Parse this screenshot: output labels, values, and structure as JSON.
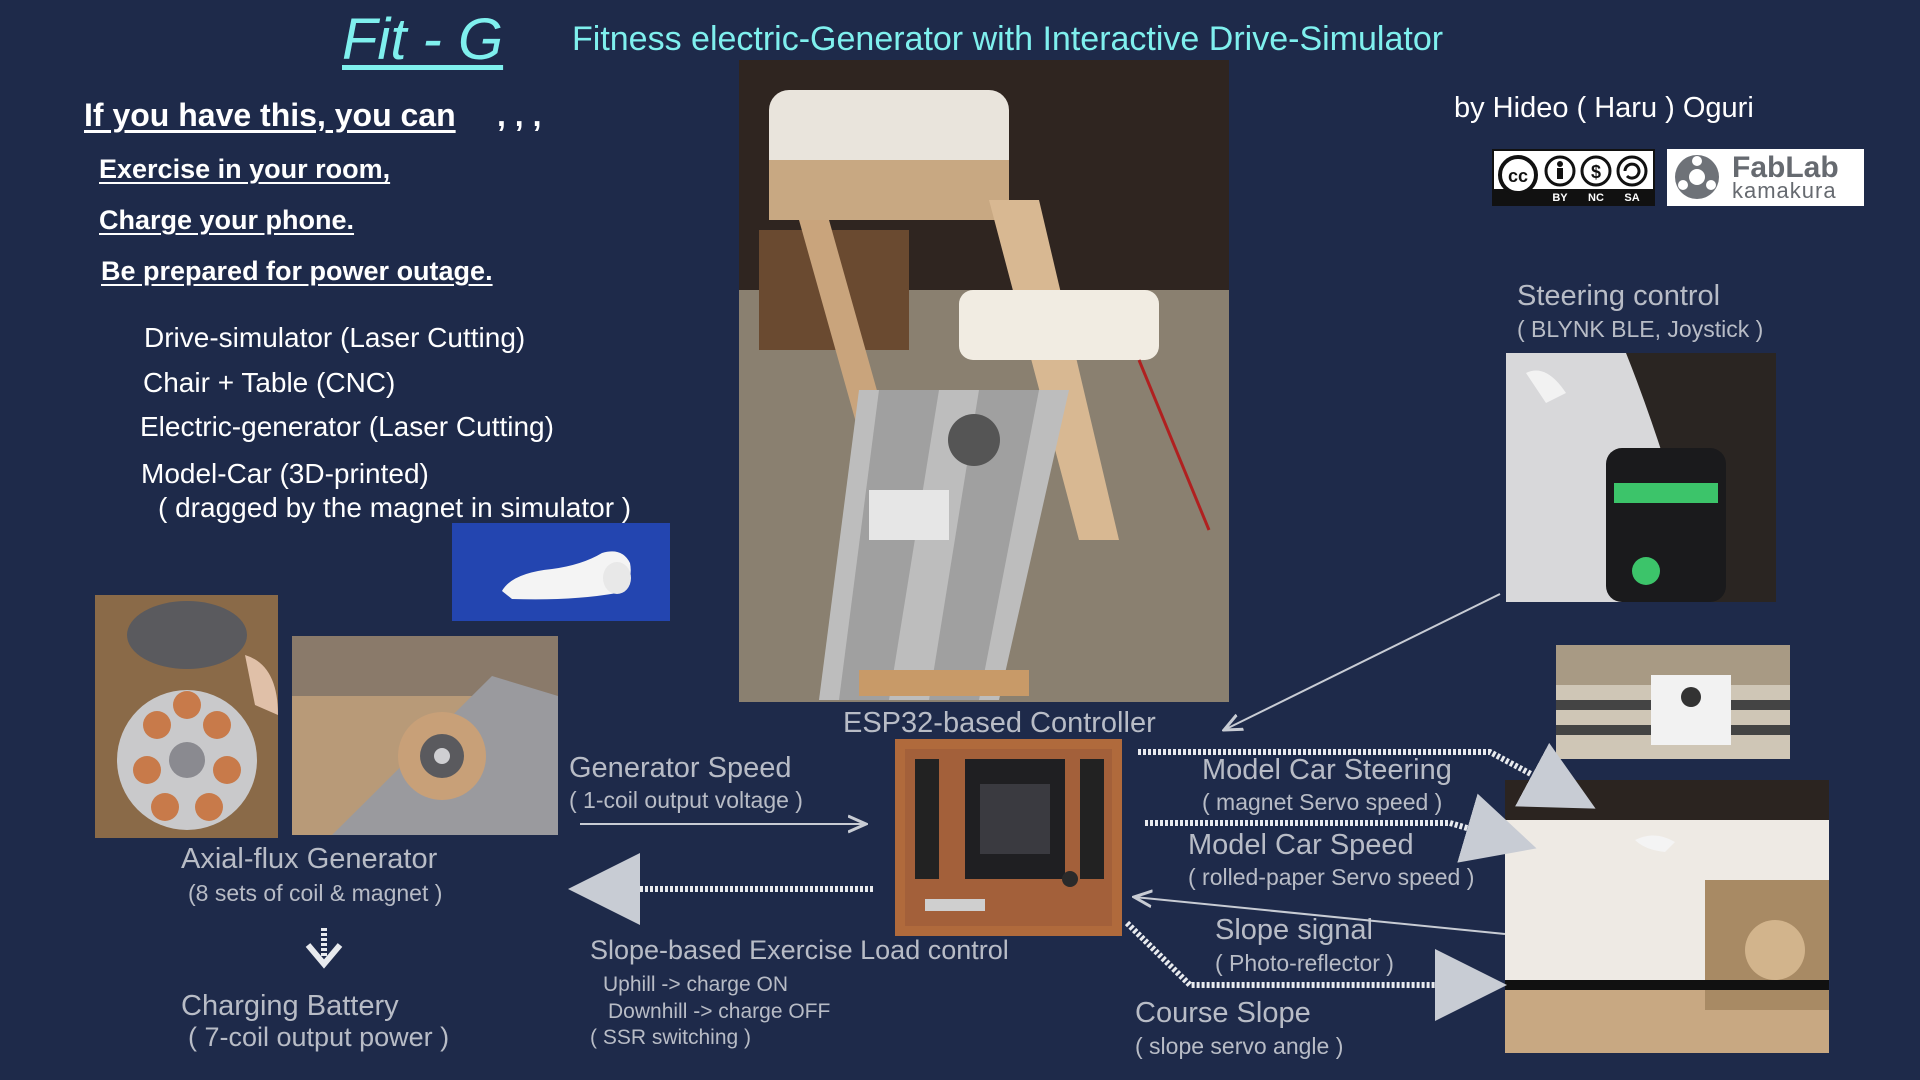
{
  "header": {
    "title": "Fit - G",
    "subtitle": "Fitness electric-Generator with Interactive Drive-Simulator",
    "author": "by Hideo ( Haru ) Oguri"
  },
  "intro": {
    "lead": "If you have this, you can",
    "dots": ", , ,",
    "bullets": [
      "Exercise in your room,",
      "Charge your phone.",
      "Be prepared for power outage."
    ]
  },
  "parts": [
    "Drive-simulator (Laser Cutting)",
    "Chair + Table (CNC)",
    "Electric-generator (Laser Cutting)",
    "Model-Car (3D-printed)",
    "( dragged by the magnet in simulator )"
  ],
  "badges": {
    "cc_terms": [
      "BY",
      "NC",
      "SA"
    ],
    "fablab_line1": "FabLab",
    "fablab_line2": "kamakura"
  },
  "labels": {
    "steering_title": "Steering control",
    "steering_sub": "( BLYNK BLE, Joystick )",
    "controller": "ESP32-based Controller",
    "gen_speed": "Generator Speed",
    "gen_speed_sub": "( 1-coil output voltage )",
    "axial_title": "Axial-flux Generator",
    "axial_sub": "(8 sets of  coil & magnet )",
    "charging_title": "Charging Battery",
    "charging_sub": "( 7-coil output power )",
    "slope_load": "Slope-based Exercise Load control",
    "uphill": "Uphill      -> charge ON",
    "downhill": "Downhill -> charge OFF",
    "ssr": "( SSR switching )",
    "car_steering": "Model Car Steering",
    "car_steering_sub": "( magnet Servo speed )",
    "car_speed": "Model Car Speed",
    "car_speed_sub": "( rolled-paper Servo speed )",
    "slope_signal": "Slope signal",
    "slope_signal_sub": "( Photo-reflector  )",
    "course_slope": "Course Slope",
    "course_slope_sub": "( slope servo angle  )"
  },
  "colors": {
    "background": "#1e2a4a",
    "title": "#7ff0ee",
    "label_gray": "#b8bcc6"
  }
}
